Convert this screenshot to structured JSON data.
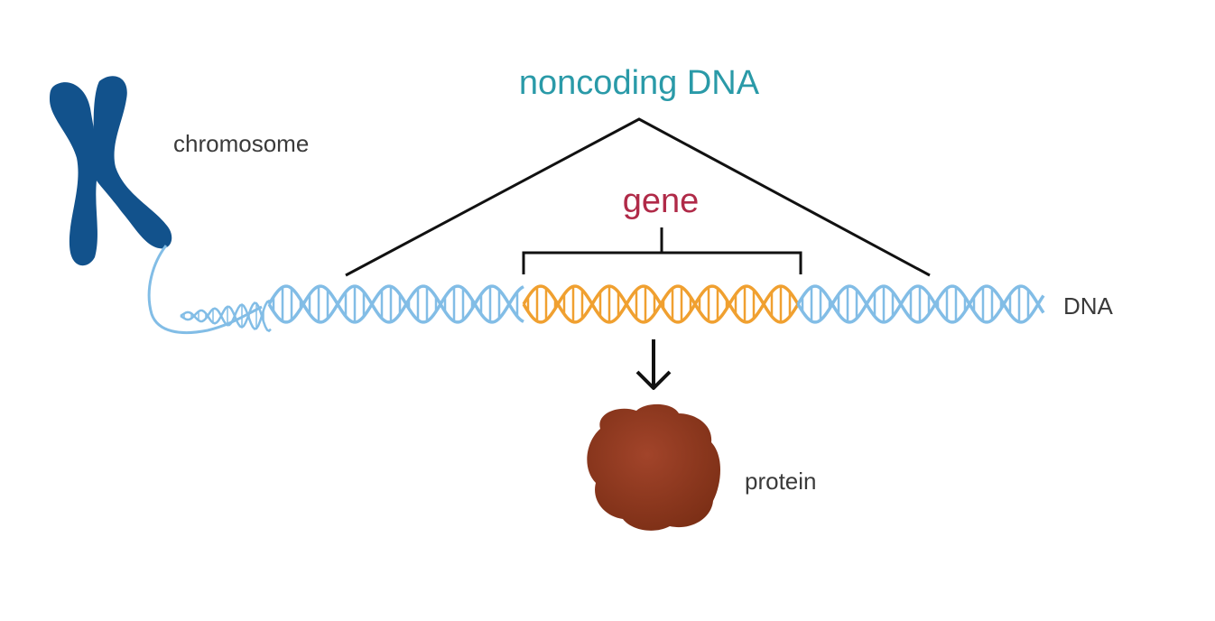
{
  "labels": {
    "chromosome": "chromosome",
    "noncoding": "noncoding DNA",
    "gene": "gene",
    "dna": "DNA",
    "protein": "protein"
  },
  "colors": {
    "chromosome": "#12528c",
    "dna_strand": "#82bde6",
    "gene_strand": "#f0a030",
    "noncoding_label": "#2a9aa8",
    "gene_label": "#b02a48",
    "protein": "#8f3a20",
    "text": "#3a3a3a",
    "lines": "#111111"
  }
}
